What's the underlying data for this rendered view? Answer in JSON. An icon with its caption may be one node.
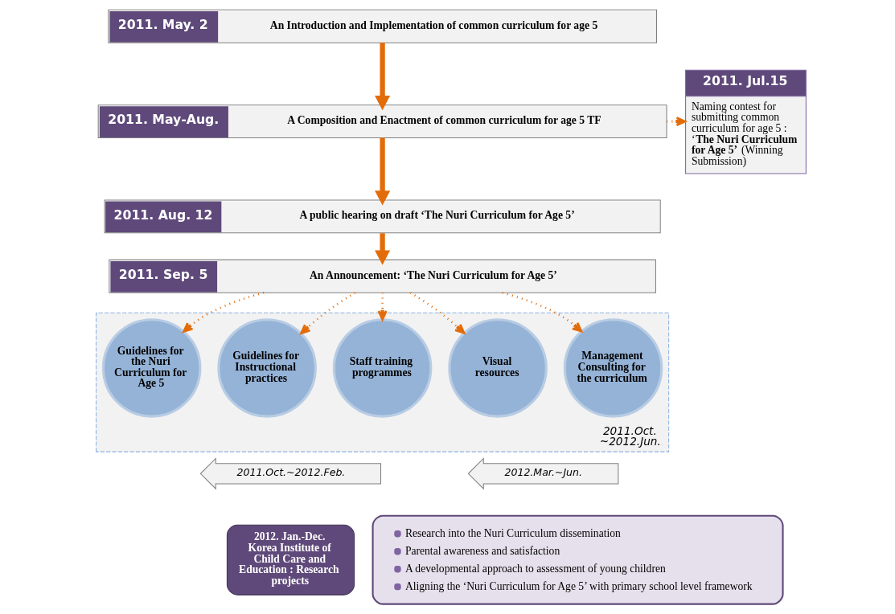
{
  "diagram": {
    "nodes": [
      {
        "text": [
          "2011. May. 2",
          "An Introduction and Implementation of common curriculum for age 5"
        ]
      },
      {
        "text": [
          "2011. May-Aug.",
          "A Composition and Enactment of common curriculum for age 5 TF"
        ]
      },
      {
        "text": [
          "2011. Aug. 12",
          "A public hearing on draft ‘The Nuri Curriculum for Age 5’"
        ]
      },
      {
        "text": [
          "2011. Sep. 5",
          "An Announcement: ‘The Nuri Curriculum for Age 5’"
        ]
      },
      {
        "text": [
          "2011. Jul.15",
          "Naming contest for submitting common curriculum for age 5 : ‘**The Nuri Curriculum for Age 5’** (Winning Submission)"
        ]
      },
      {
        "text": [
          "2011.Oct. ~2012.Jun."
        ]
      },
      {
        "text": [
          "Guidelines for the Nuri Curriculum for Age 5"
        ],
        "in": 5
      },
      {
        "text": [
          "Guidelines for Instructional practices"
        ],
        "in": 5
      },
      {
        "text": [
          "Staff training programmes"
        ],
        "in": 5
      },
      {
        "text": [
          "Visual resources"
        ],
        "in": 5
      },
      {
        "text": [
          "Management Consulting for the curriculum"
        ],
        "in": 5
      },
      {
        "text": [
          "2011.Oct.~2012.Feb."
        ]
      },
      {
        "text": [
          "2012.Mar.~Jun."
        ]
      },
      {
        "text": [
          "2012. Jan.-Dec.",
          "Korea Institute of Child Care and Education : Research projects"
        ]
      },
      {
        "text": [
          "Research into the Nuri Curriculum dissemination",
          "Parental awareness and satisfaction",
          "A developmental approach to assessment of young children",
          "Aligning the ‘Nuri Curriculum for Age 5’ with primary school level framework"
        ]
      }
    ],
    "edges": [
      {
        "from": 0,
        "to": 1,
        "arrow": "to",
        "style": "thick"
      },
      {
        "from": 1,
        "to": 2,
        "arrow": "to",
        "style": "thick"
      },
      {
        "from": 2,
        "to": 3,
        "arrow": "to",
        "style": "thick"
      },
      {
        "from": 1,
        "to": 4,
        "arrow": "to",
        "style": "dashed"
      },
      {
        "from": 3,
        "to": 6,
        "arrow": "to",
        "style": "dashed"
      },
      {
        "from": 3,
        "to": 7,
        "arrow": "to",
        "style": "dashed"
      },
      {
        "from": 3,
        "to": 8,
        "arrow": "to",
        "style": "dashed"
      },
      {
        "from": 3,
        "to": 9,
        "arrow": "to",
        "style": "dashed"
      },
      {
        "from": 3,
        "to": 10,
        "arrow": "to",
        "style": "dashed"
      }
    ]
  }
}
